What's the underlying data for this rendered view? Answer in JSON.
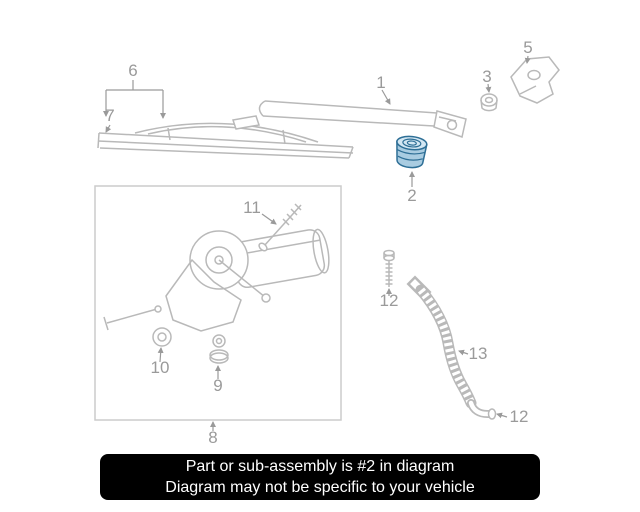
{
  "colors": {
    "line": "#b9b9b9",
    "box": "#cccccc",
    "label": "#9a9a9a",
    "hl-stroke": "#2e6f96",
    "hl-fill": "#a9cce1",
    "hl-fill-light": "#d3e7f3",
    "caption-bg": "#000000",
    "caption-fg": "#ffffff"
  },
  "callouts": [
    "1",
    "2",
    "3",
    "5",
    "6",
    "7",
    "8",
    "9",
    "10",
    "11",
    "12",
    "13",
    "12"
  ],
  "highlighted_callout": "2",
  "caption": {
    "line1": "Part or sub-assembly is #2 in diagram",
    "line2": "Diagram may not be specific to your vehicle"
  }
}
